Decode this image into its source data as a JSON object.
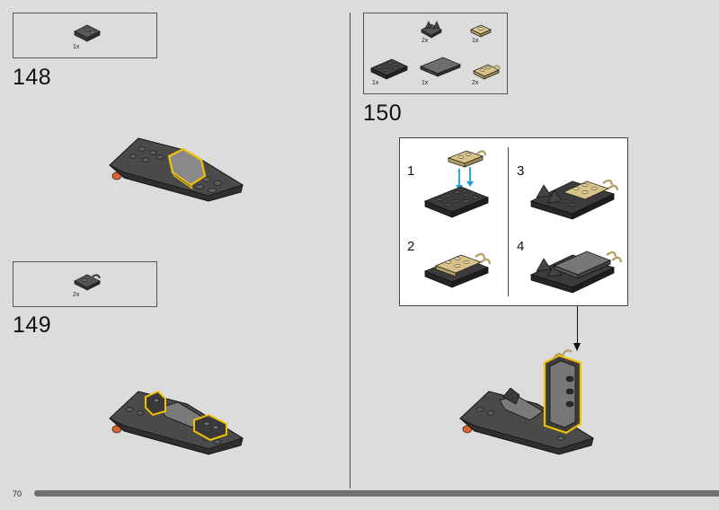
{
  "page": {
    "number": "70",
    "accent_color": "#f2c100",
    "dark_brick": "#3c3c3c",
    "tan_brick": "#d9c38a"
  },
  "steps": [
    {
      "id": "148",
      "number": "148",
      "parts": [
        {
          "qty": "1x",
          "part": "dark-gray-plate-icon"
        }
      ]
    },
    {
      "id": "149",
      "number": "149",
      "parts": [
        {
          "qty": "2x",
          "part": "dark-gray-clip-plate-icon"
        }
      ]
    },
    {
      "id": "150",
      "number": "150",
      "parts": [
        {
          "qty": "2x",
          "part": "dark-gray-slope-icon"
        },
        {
          "qty": "1x",
          "part": "tan-plate-icon"
        },
        {
          "qty": "1x",
          "part": "dark-gray-plate-2x4-icon"
        },
        {
          "qty": "1x",
          "part": "dark-gray-tile-icon"
        },
        {
          "qty": "2x",
          "part": "tan-clip-plate-icon"
        }
      ],
      "substeps": [
        {
          "number": "1"
        },
        {
          "number": "2"
        },
        {
          "number": "3"
        },
        {
          "number": "4"
        }
      ]
    }
  ],
  "progress": {
    "fraction": 1.0
  }
}
